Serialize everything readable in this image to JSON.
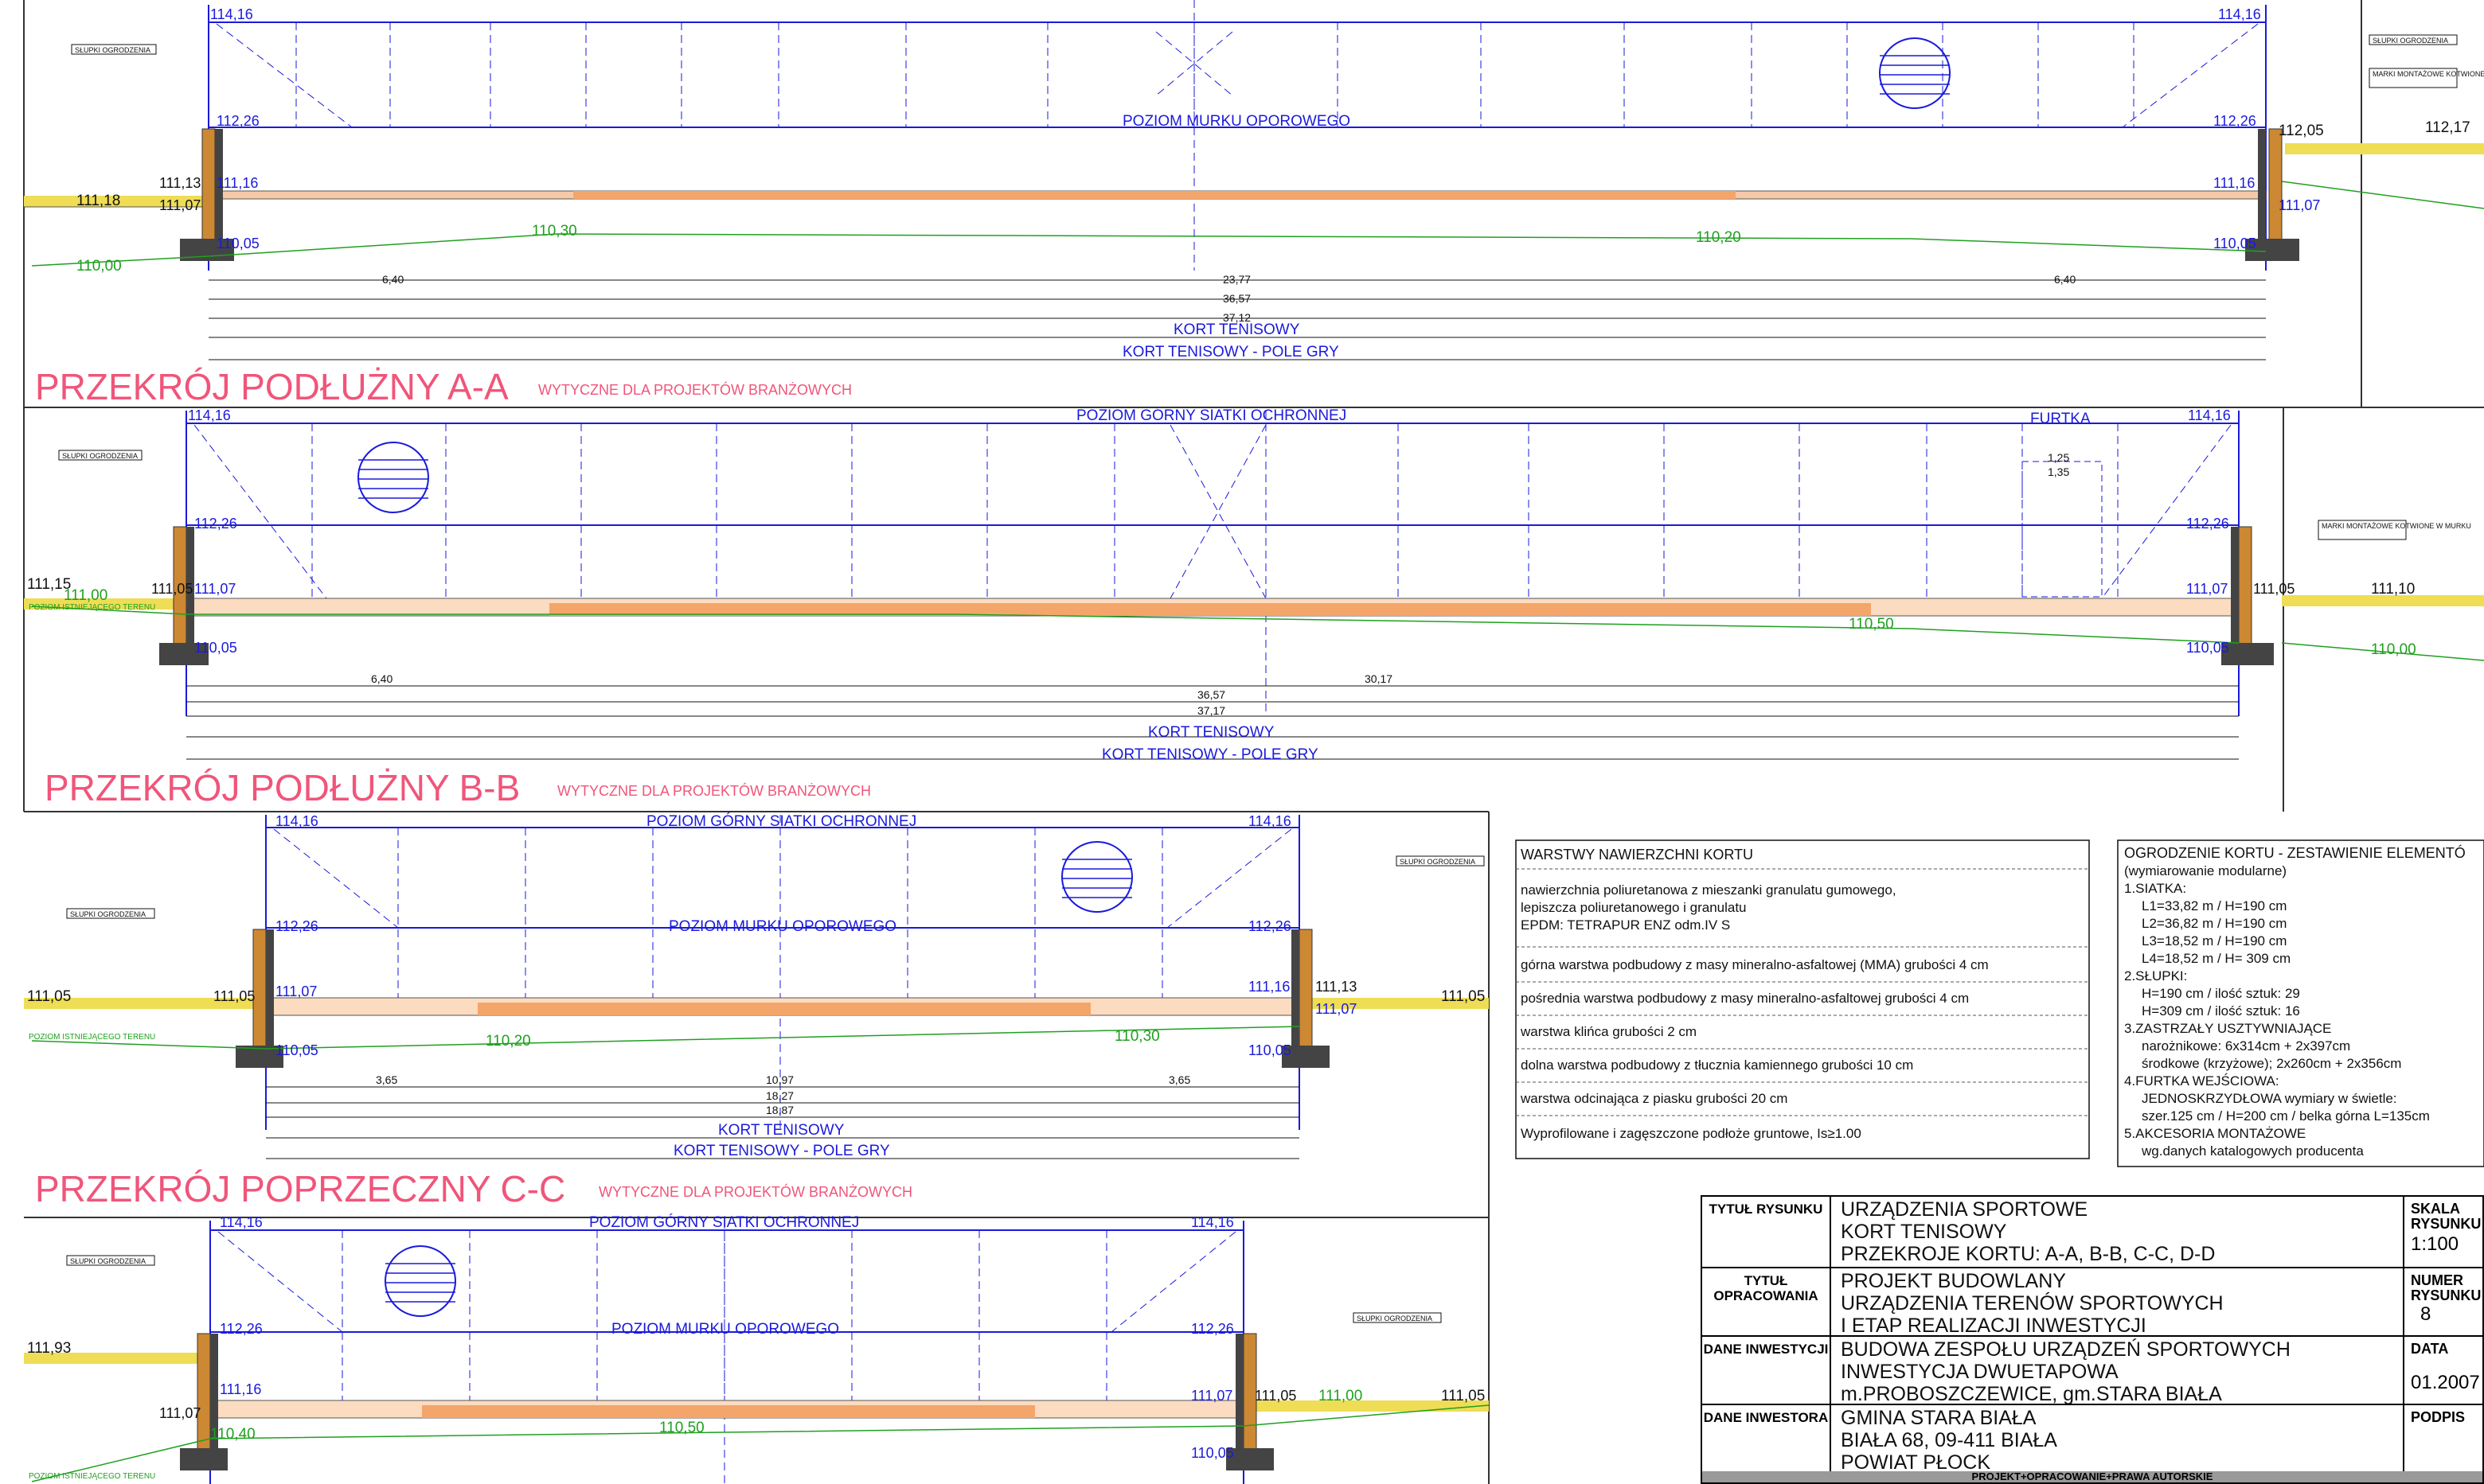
{
  "sections": {
    "a": {
      "title": "PRZEKRÓJ PODŁUŻNY A-A",
      "subtitle": "WYTYCZNE DLA PROJEKTÓW BRANŻOWYCH"
    },
    "b": {
      "title": "PRZEKRÓJ PODŁUŻNY B-B",
      "subtitle": "WYTYCZNE DLA PROJEKTÓW BRANŻOWYCH"
    },
    "c": {
      "title": "PRZEKRÓJ POPRZECZNY C-C",
      "subtitle": "WYTYCZNE DLA PROJEKTÓW BRANŻOWYCH"
    }
  },
  "labels": {
    "murek": "POZIOM MURKU OPOROWEGO",
    "siatka": "POZIOM GÓRNY SIATKI OCHRONNEJ",
    "kort": "KORT TENISOWY",
    "pole": "KORT TENISOWY - POLE GRY",
    "furtka": "FURTKA",
    "slupki": "SŁUPKI OGRODZENIA",
    "marki": "MARKI MONTAŻOWE KOTWIONE W MURKU",
    "terrain": "POZIOM ISTNIEJĄCEGO TERENU"
  },
  "elevations": {
    "e114": "114,16",
    "e112": "112,26",
    "e111_16": "111,16",
    "e111_07": "111,07",
    "e111_13": "111,13",
    "e111_18": "111,18",
    "e111_05": "111,05",
    "e110_05": "110,05",
    "e110_00": "110,00",
    "e110_30": "110,30",
    "e110_20": "110,20",
    "e112_05": "112,05",
    "e112_17": "112,17",
    "e111_15": "111,15",
    "e111_00": "111,00",
    "e110_50": "110,50",
    "e111_10": "111,10",
    "e111_93": "111,93",
    "e110_40": "110,40"
  },
  "dims": {
    "d640": "6,40",
    "d2377": "23,77",
    "d3657": "36,57",
    "d3712": "37,12",
    "d3017": "30,17",
    "d3717": "37,17",
    "d1097": "10,97",
    "d1827": "18,27",
    "d1887": "18,87",
    "d365": "3,65",
    "d125": "1,25",
    "d135": "1,35"
  },
  "layers": {
    "title": "WARSTWY NAWIERZCHNI KORTU",
    "items": [
      "nawierzchnia poliuretanowa z mieszanki granulatu gumowego,",
      "lepiszcza poliuretanowego i granulatu",
      "EPDM: TETRAPUR ENZ odm.IV S",
      "górna warstwa podbudowy z masy mineralno-asfaltowej (MMA) grubości 4 cm",
      "pośrednia warstwa podbudowy z masy mineralno-asfaltowej grubości 4 cm",
      "warstwa klińca grubości 2 cm",
      "dolna warstwa podbudowy z tłucznia kamiennego grubości 10 cm",
      "warstwa odcinająca z piasku grubości 20 cm",
      "Wyprofilowane i zagęszczone podłoże gruntowe, Is≥1.00"
    ]
  },
  "fence": {
    "title": "OGRODZENIE KORTU - ZESTAWIENIE ELEMENTÓ",
    "lines": [
      "(wymiarowanie modularne)",
      "1.SIATKA:",
      "L1=33,82 m / H=190 cm",
      "L2=36,82 m / H=190 cm",
      "L3=18,52 m / H=190 cm",
      "L4=18,52 m / H= 309 cm",
      "2.SŁUPKI:",
      "H=190 cm / ilość sztuk: 29",
      "H=309 cm / ilość sztuk: 16",
      "3.ZASTRZAŁY USZTYWNIAJĄCE",
      "narożnikowe: 6x314cm + 2x397cm",
      "środkowe (krzyżowe); 2x260cm + 2x356cm",
      "4.FURTKA WEJŚCIOWA:",
      "JEDNOSKRZYDŁOWA wymiary w świetle:",
      "szer.125 cm / H=200 cm / belka górna L=135cm",
      "5.AKCESORIA MONTAŻOWE",
      "wg.danych katalogowych producenta"
    ]
  },
  "titleblock": {
    "r1_label": "TYTUŁ RYSUNKU",
    "r1_l1": "URZĄDZENIA SPORTOWE",
    "r1_l2": "KORT TENISOWY",
    "r1_l3": "PRZEKROJE KORTU: A-A, B-B, C-C, D-D",
    "r1_rlabel": "SKALA RYSUNKU",
    "r1_rval": "1:100",
    "r2_label": "TYTUŁ OPRACOWANIA",
    "r2_l1": "PROJEKT BUDOWLANY",
    "r2_l2": "URZĄDZENIA TERENÓW SPORTOWYCH",
    "r2_l3": "I ETAP REALIZACJI INWESTYCJI",
    "r2_rlabel": "NUMER RYSUNKU",
    "r2_rval": "8",
    "r3_label": "DANE INWESTYCJI",
    "r3_l1": "BUDOWA ZESPOŁU URZĄDZEŃ SPORTOWYCH",
    "r3_l2": "INWESTYCJA DWUETAPOWA",
    "r3_l3": "m.PROBOSZCZEWICE, gm.STARA BIAŁA",
    "r3_rlabel": "DATA",
    "r3_rval": "01.2007",
    "r4_label": "DANE INWESTORA",
    "r4_l1": "GMINA STARA BIAŁA",
    "r4_l2": "BIAŁA 68, 09-411 BIAŁA",
    "r4_l3": "POWIAT PŁOCK",
    "r4_rlabel": "PODPIS",
    "footer": "PROJEKT+OPRACOWANIE+PRAWA AUTORSKIE"
  }
}
